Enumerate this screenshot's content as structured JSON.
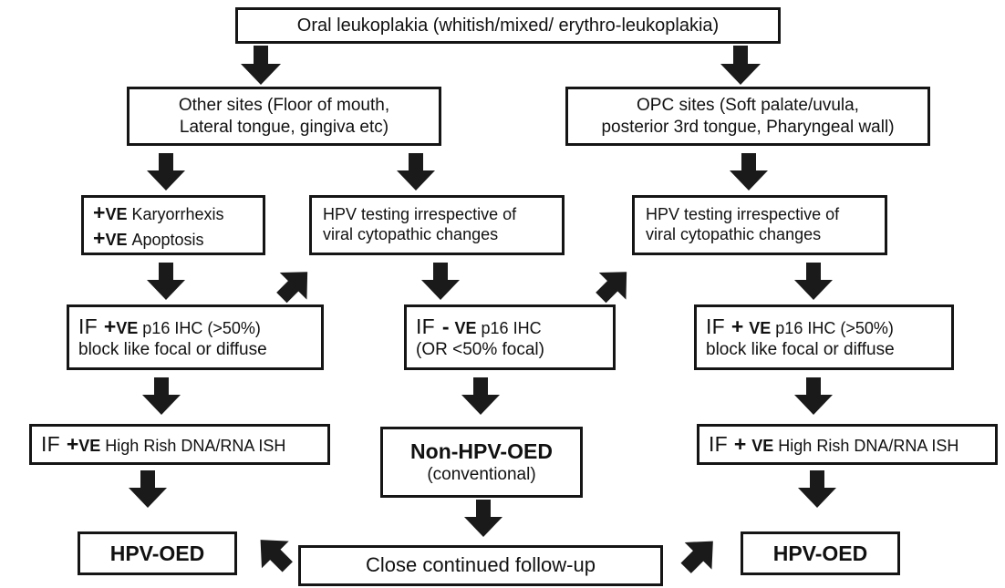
{
  "diagram": {
    "title": "Oral leukoplakia HPV-OED diagnostic algorithm",
    "stroke_color": "#151515",
    "fill_color": "#ffffff",
    "arrow_color": "#1a1a1a",
    "nodes": {
      "root": {
        "text": "Oral leukoplakia (whitish/mixed/ erythro-leukoplakia)"
      },
      "other_sites": {
        "line1": "Other sites (Floor of mouth,",
        "line2": "Lateral tongue, gingiva etc)"
      },
      "opc_sites": {
        "line1": "OPC sites (Soft palate/uvula,",
        "line2": "posterior 3rd tongue, Pharyngeal wall)"
      },
      "karyorrhexis": {
        "l1_plus": "+",
        "l1_ve": "VE",
        "l1_rest": "Karyorrhexis",
        "l2_plus": "+",
        "l2_ve": "VE",
        "l2_rest": "Apoptosis"
      },
      "hpv_testing_mid": {
        "line1": "HPV testing irrespective of",
        "line2": "viral cytopathic changes"
      },
      "hpv_testing_right": {
        "line1": "HPV testing irrespective of",
        "line2": "viral cytopathic changes"
      },
      "p16_pos_left": {
        "if": "IF",
        "sign": "+",
        "ve": "VE",
        "rest": "p16 IHC (>50%)",
        "line2": "block like focal or diffuse"
      },
      "p16_neg_mid": {
        "if": "IF",
        "sign": "-",
        "ve": "VE",
        "rest": "p16 IHC",
        "line2": "(OR <50% focal)"
      },
      "p16_pos_right": {
        "if": "IF",
        "sign": "+",
        "ve": "VE",
        "rest": "p16 IHC (>50%)",
        "line2": "block like focal or diffuse"
      },
      "ish_left": {
        "if": "IF",
        "sign": "+",
        "ve": "VE",
        "rest": "High Rish DNA/RNA ISH"
      },
      "ish_right": {
        "if": "IF",
        "sign": "+",
        "ve": "VE",
        "rest": "High Rish DNA/RNA ISH"
      },
      "non_hpv_oed": {
        "line1": "Non-HPV-OED",
        "line2": "(conventional)"
      },
      "hpv_oed_left": {
        "text": "HPV-OED"
      },
      "hpv_oed_right": {
        "text": "HPV-OED"
      },
      "follow_up": {
        "text": "Close continued follow-up"
      }
    },
    "arrows": [
      {
        "name": "root-to-other-sites",
        "direction": "down"
      },
      {
        "name": "root-to-opc-sites",
        "direction": "down"
      },
      {
        "name": "other-sites-to-karyorrhexis",
        "direction": "down"
      },
      {
        "name": "other-sites-to-hpv-testing-mid",
        "direction": "down"
      },
      {
        "name": "opc-sites-to-hpv-testing-right",
        "direction": "down"
      },
      {
        "name": "karyorrhexis-to-p16-pos-left",
        "direction": "down"
      },
      {
        "name": "hpv-testing-mid-to-p16-neg-mid",
        "direction": "down"
      },
      {
        "name": "hpv-testing-mid-to-p16-pos-left",
        "direction": "down-left"
      },
      {
        "name": "hpv-testing-right-to-p16-neg-mid",
        "direction": "down-left"
      },
      {
        "name": "hpv-testing-right-to-p16-pos-right",
        "direction": "down"
      },
      {
        "name": "p16-pos-left-to-ish-left",
        "direction": "down"
      },
      {
        "name": "p16-neg-mid-to-non-hpv-oed",
        "direction": "down"
      },
      {
        "name": "p16-pos-right-to-ish-right",
        "direction": "down"
      },
      {
        "name": "ish-left-to-hpv-oed-left",
        "direction": "down"
      },
      {
        "name": "non-hpv-oed-to-follow-up",
        "direction": "down"
      },
      {
        "name": "ish-right-to-hpv-oed-right",
        "direction": "down"
      },
      {
        "name": "hpv-oed-left-to-follow-up",
        "direction": "down-right"
      },
      {
        "name": "hpv-oed-right-to-follow-up",
        "direction": "down-left"
      }
    ]
  }
}
